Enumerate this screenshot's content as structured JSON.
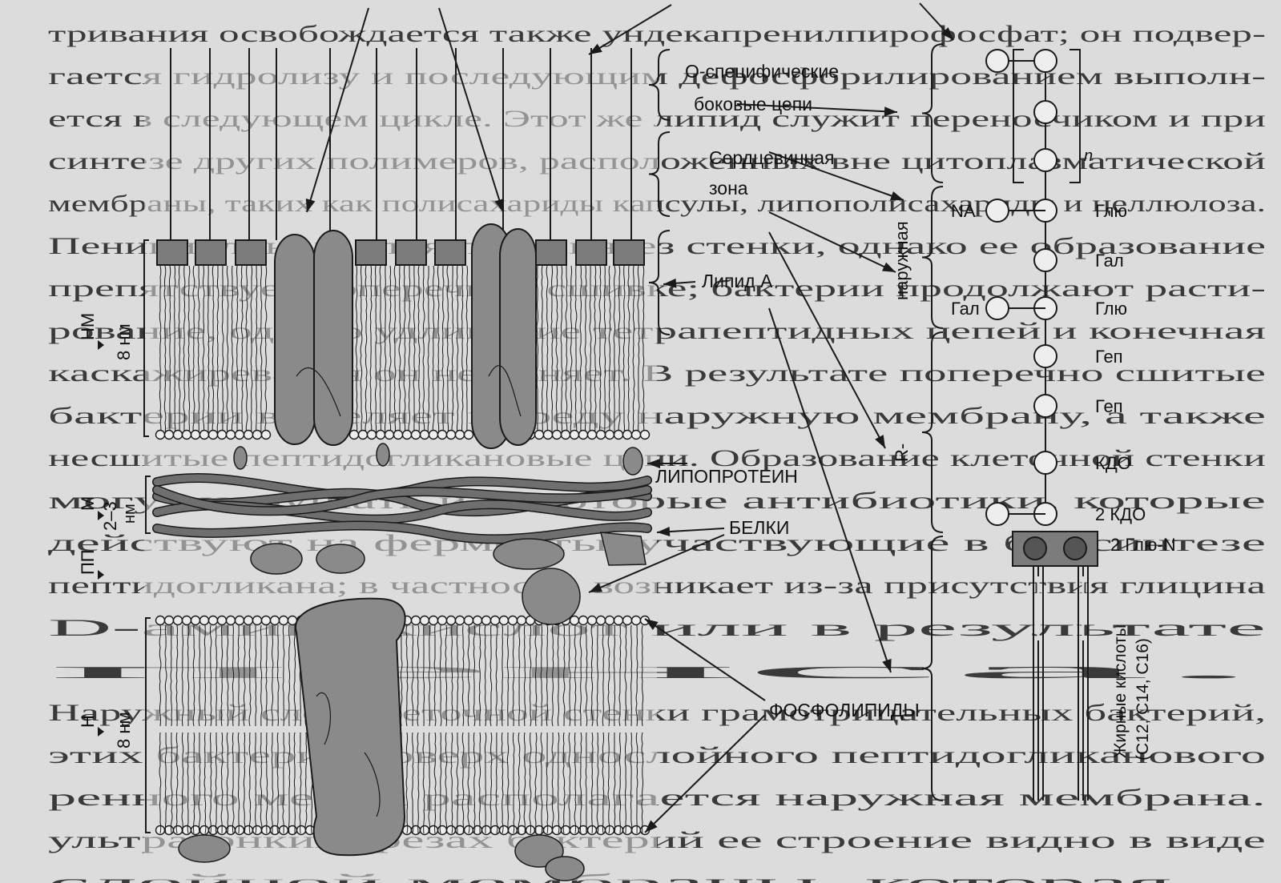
{
  "background_text": [
    "тривания освобождается также ундекапренилпирофосфат; он подвер-",
    "гается гидролизу и последующим дефосфорилированием выполн-",
    "ется в следующем цикле. Этот же липид служит переносчиком и при",
    "синтезе других полимеров, расположенных вне цитоплазматической",
    "мембраны, таких как полисахариды капсулы, липополисахариды и целлюлоза.",
    "Пенициллин не влияет на синтез стенки, однако ее образование",
    "препятствует поперечной сшивке; бактерии продолжают расти-",
    "рование, однако удлинение тетрапептидных цепей и конечная",
    "каскажиревания он не меняет. В результате поперечно сшитые",
    "бактерии выделяет в среду наружную мембрану, а также",
    "несшитые пептидогликановые цепи. Образование клеточной стенки",
    "могут нарушать и некоторые антибиотики, которые",
    "действуют на ферменты, участвующие в биосинтезе",
    "пептидогликана; в частности, возникает из-за присутствия глицина",
    "D-аминокислот или в результате",
    "пенса.",
    "Наружный слой клеточной стенки грамотрицательных бактерий,",
    "этих бактерий поверх однослойного пептидогликанового",
    "ренного мешка располагается наружная мембрана.",
    "ультратонких срезах бактерий ее строение видно в виде",
    "слойной мембраны, которая ..."
  ],
  "layers": {
    "outer": {
      "code": "НМ",
      "thickness": "8 нм"
    },
    "murein": {
      "code": "М",
      "thickness": "2–3",
      "unit": "нм"
    },
    "periplasm": {
      "code": "ПП"
    },
    "inner": {
      "code": "Н",
      "thickness": "8 нм"
    }
  },
  "labels": {
    "o_specific_1": "О-специфические",
    "o_specific_2": "боковые цепи",
    "core_1": "Сердцевинная",
    "core_2": "зона",
    "lipid_a": "Липид А",
    "lipoprotein": "ЛИПОПРОТЕИН",
    "proteins": "БЕЛКИ",
    "phospholipids": "ФОСФОЛИПИДЫ"
  },
  "lps_chain": {
    "repeat_n": "n",
    "outer_core": "наружная",
    "r_marker": "R-",
    "nodes": [
      {
        "left": "NA",
        "right": "Глю"
      },
      {
        "left": "",
        "right": "Гал"
      },
      {
        "left": "Гал",
        "right": "Глю"
      },
      {
        "left": "",
        "right": "Геп"
      },
      {
        "left": "",
        "right": "Геп"
      },
      {
        "left": "",
        "right": "КДО"
      },
      {
        "left": "",
        "right": "2 КДО"
      }
    ],
    "glucosamine": "2 Глю-N",
    "fatty_acids": "Жирные кислоты",
    "fatty_acids_formula": "(С12, С14, С16)"
  },
  "colors": {
    "membrane_block": "#7c7c7c",
    "protein": "#8a8a8a",
    "line": "#1a1a1a",
    "bg": "#dcdcdc"
  }
}
